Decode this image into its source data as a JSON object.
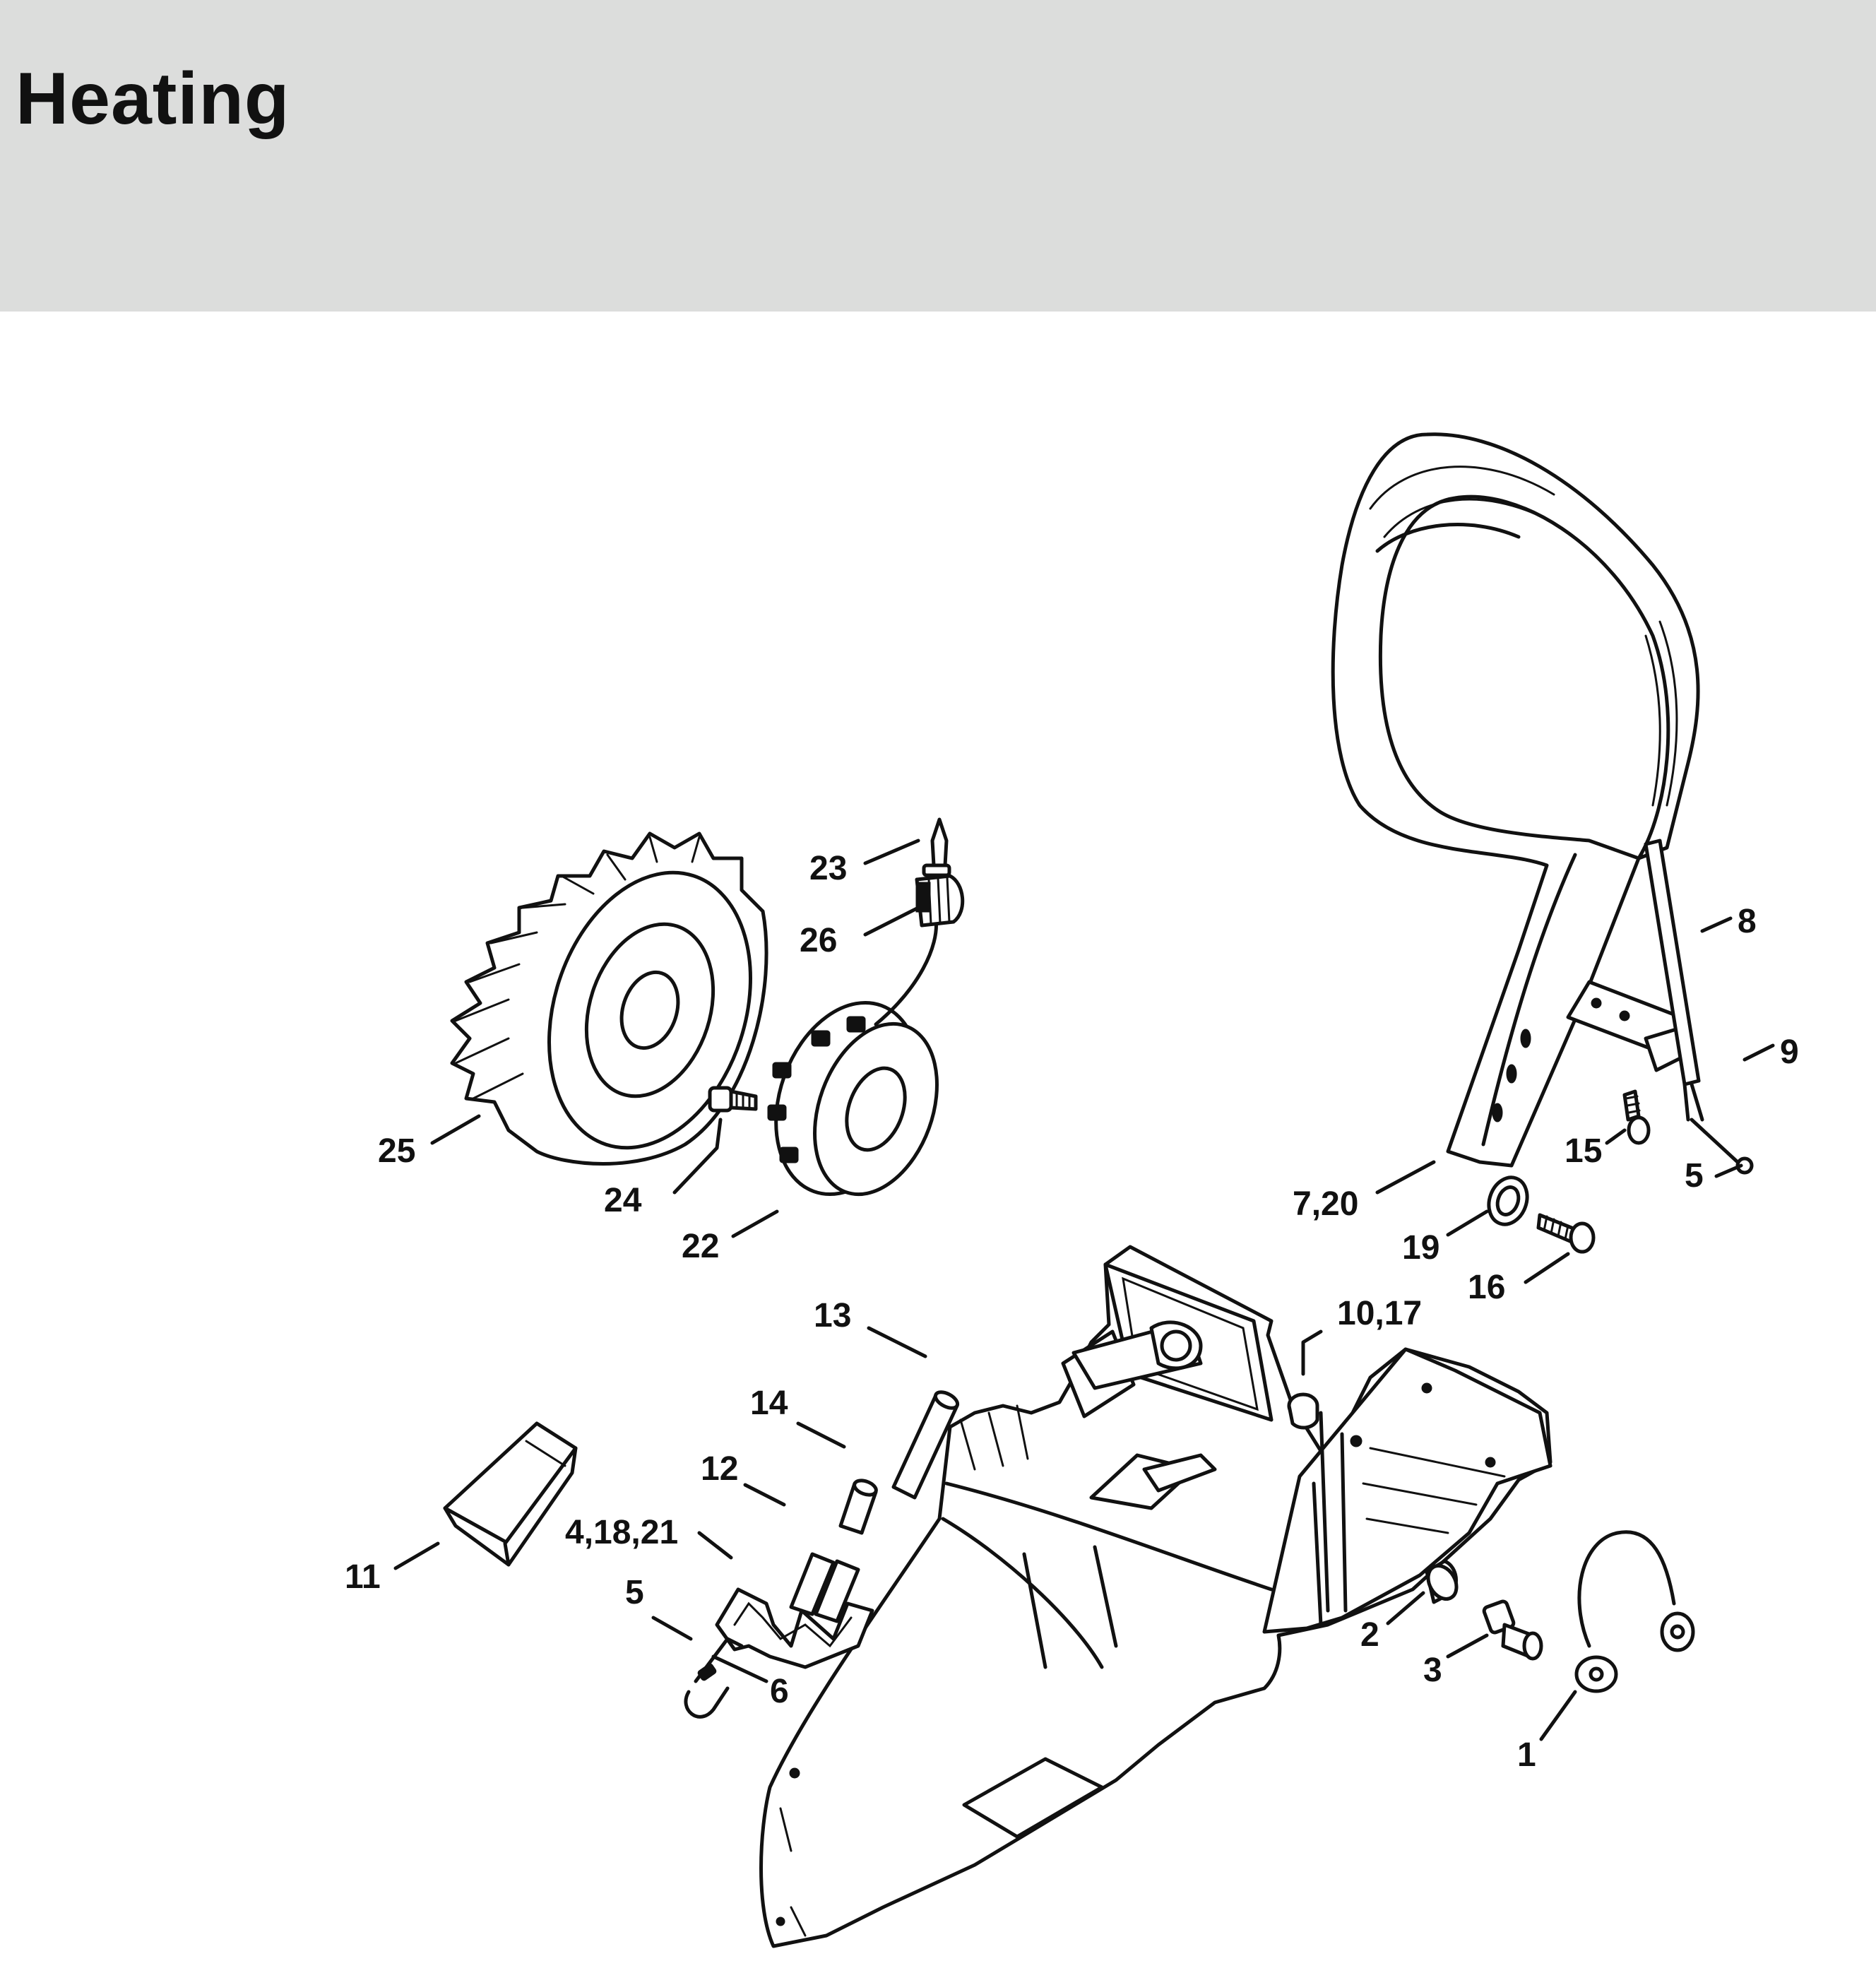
{
  "title": "Heating",
  "callouts": [
    {
      "id": "1",
      "text": "1"
    },
    {
      "id": "2",
      "text": "2"
    },
    {
      "id": "3",
      "text": "3"
    },
    {
      "id": "4-18-21",
      "text": "4,18,21"
    },
    {
      "id": "5-left",
      "text": "5"
    },
    {
      "id": "5-right",
      "text": "5"
    },
    {
      "id": "6",
      "text": "6"
    },
    {
      "id": "7-20",
      "text": "7,20"
    },
    {
      "id": "8",
      "text": "8"
    },
    {
      "id": "9",
      "text": "9"
    },
    {
      "id": "10-17",
      "text": "10,17"
    },
    {
      "id": "11",
      "text": "11"
    },
    {
      "id": "12",
      "text": "12"
    },
    {
      "id": "13",
      "text": "13"
    },
    {
      "id": "14",
      "text": "14"
    },
    {
      "id": "15",
      "text": "15"
    },
    {
      "id": "16",
      "text": "16"
    },
    {
      "id": "19",
      "text": "19"
    },
    {
      "id": "22",
      "text": "22"
    },
    {
      "id": "23",
      "text": "23"
    },
    {
      "id": "24",
      "text": "24"
    },
    {
      "id": "25",
      "text": "25"
    },
    {
      "id": "26",
      "text": "26"
    }
  ]
}
